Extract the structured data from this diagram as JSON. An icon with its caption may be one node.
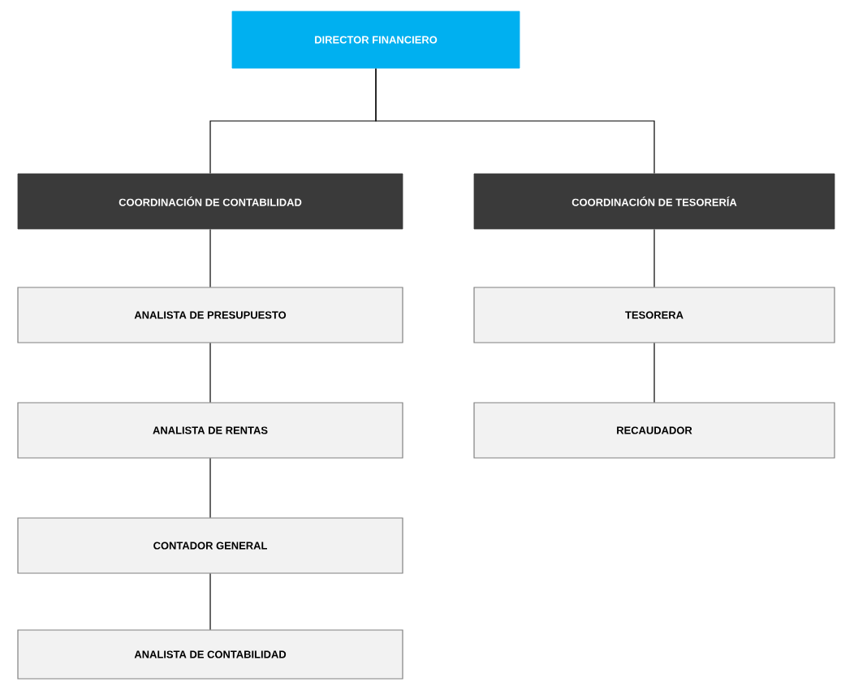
{
  "diagram": {
    "nodes": [
      {
        "text": [
          "DIRECTOR FINANCIERO"
        ]
      },
      {
        "text": [
          "COORDINACIÓN DE CONTABILIDAD"
        ]
      },
      {
        "text": [
          "COORDINACIÓN DE TESORERÍA"
        ]
      },
      {
        "text": [
          "ANALISTA DE PRESUPUESTO"
        ]
      },
      {
        "text": [
          "ANALISTA DE RENTAS"
        ]
      },
      {
        "text": [
          "CONTADOR GENERAL"
        ]
      },
      {
        "text": [
          "ANALISTA DE CONTABILIDAD"
        ]
      },
      {
        "text": [
          "TESORERA"
        ]
      },
      {
        "text": [
          "RECAUDADOR"
        ]
      }
    ],
    "edges": [
      {
        "from": 0,
        "to": 1,
        "arrow": "none"
      },
      {
        "from": 0,
        "to": 2,
        "arrow": "none"
      },
      {
        "from": 1,
        "to": 3,
        "arrow": "none"
      },
      {
        "from": 3,
        "to": 4,
        "arrow": "none"
      },
      {
        "from": 4,
        "to": 5,
        "arrow": "none"
      },
      {
        "from": 5,
        "to": 6,
        "arrow": "none"
      },
      {
        "from": 2,
        "to": 7,
        "arrow": "none"
      },
      {
        "from": 7,
        "to": 8,
        "arrow": "none"
      }
    ]
  }
}
